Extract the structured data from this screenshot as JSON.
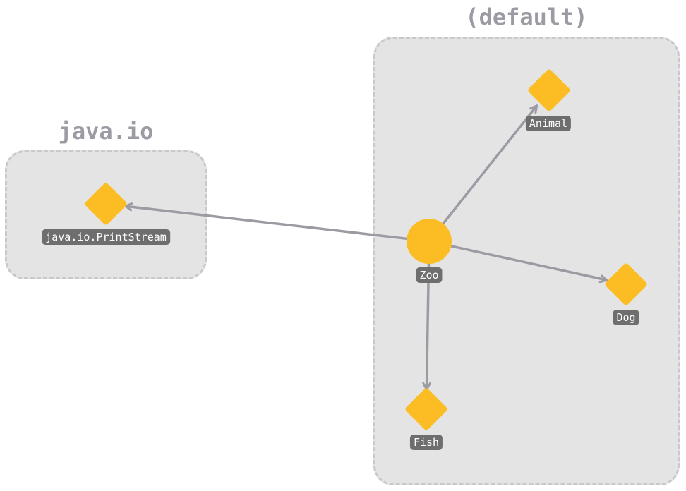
{
  "groups": [
    {
      "id": "java-io",
      "title": "java.io"
    },
    {
      "id": "default",
      "title": "(default)"
    }
  ],
  "nodes": [
    {
      "id": "printstream",
      "label": "java.io.PrintStream",
      "shape": "diamond",
      "group": "java-io"
    },
    {
      "id": "zoo",
      "label": "Zoo",
      "shape": "circle",
      "group": "default"
    },
    {
      "id": "animal",
      "label": "Animal",
      "shape": "diamond",
      "group": "default"
    },
    {
      "id": "dog",
      "label": "Dog",
      "shape": "diamond",
      "group": "default"
    },
    {
      "id": "fish",
      "label": "Fish",
      "shape": "diamond",
      "group": "default"
    }
  ],
  "edges": [
    {
      "from": "zoo",
      "to": "printstream"
    },
    {
      "from": "zoo",
      "to": "animal"
    },
    {
      "from": "zoo",
      "to": "dog"
    },
    {
      "from": "zoo",
      "to": "fish"
    }
  ],
  "colors": {
    "node_fill": "#fbbd23",
    "edge": "#9c9ba3",
    "group_fill": "#e4e4e5",
    "group_border": "#c9c9cb",
    "group_title": "#9c9ba3",
    "label_bg": "#6e6e6e",
    "label_text": "#ffffff"
  }
}
